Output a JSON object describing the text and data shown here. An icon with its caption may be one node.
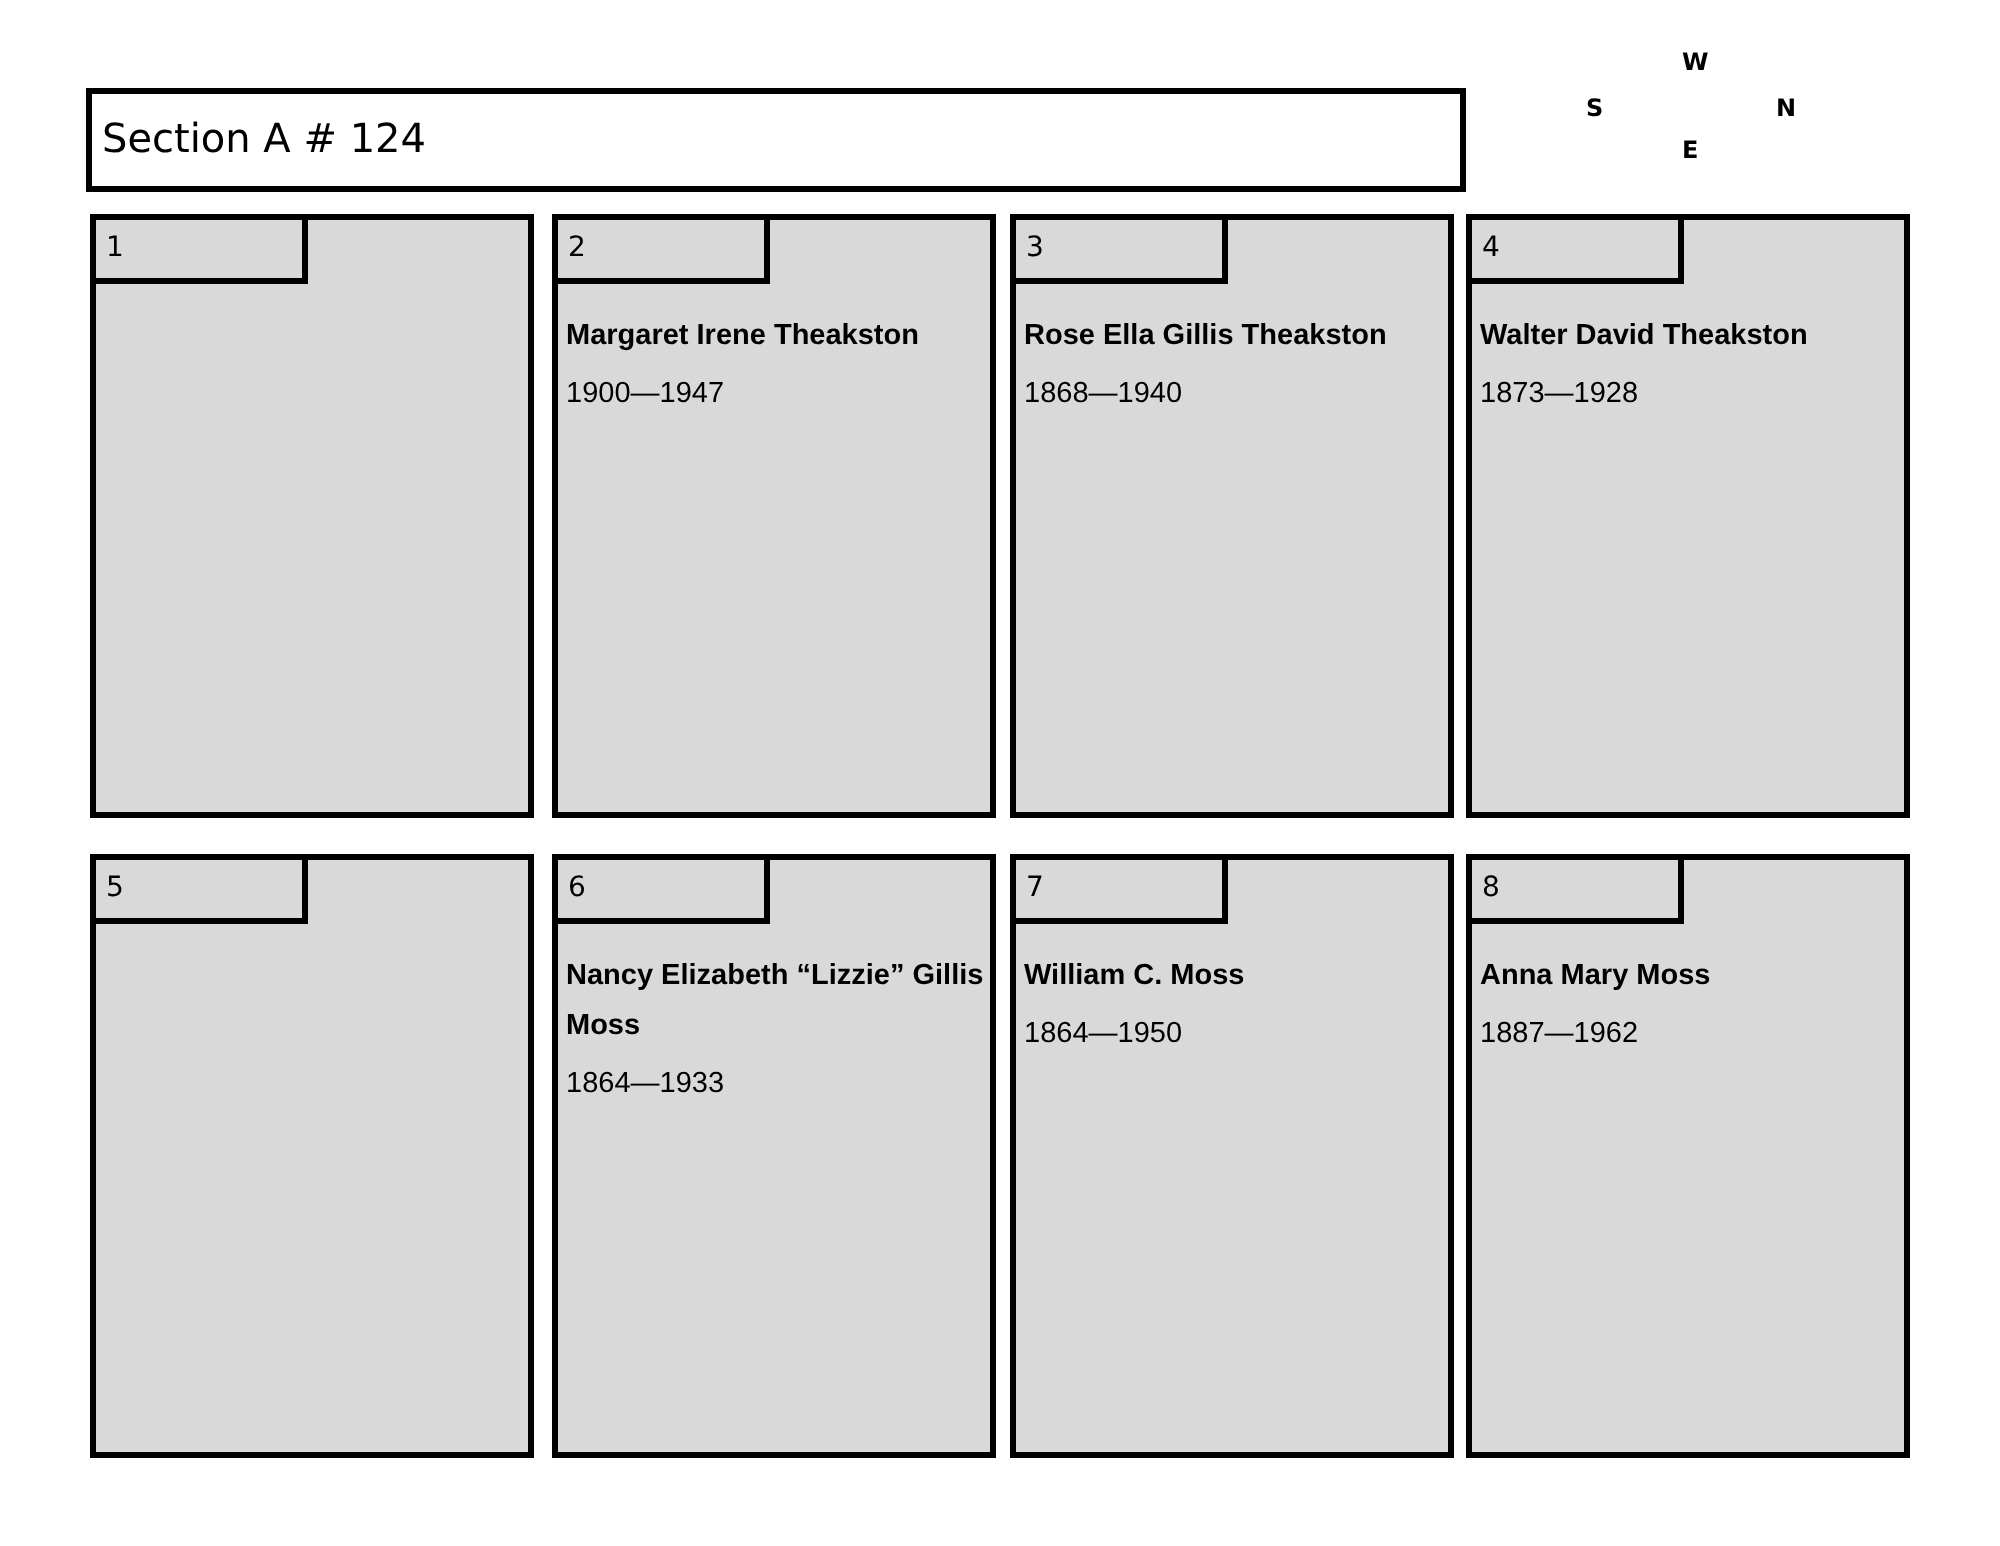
{
  "diagram": {
    "nodes": [
      {
        "text": [
          "Section A # 124"
        ]
      },
      {
        "text": [],
        "shape": "box"
      },
      {
        "text": [
          "1"
        ],
        "in": 1
      },
      {
        "text": [
          "Margaret Irene Theakston",
          "1900—1947"
        ]
      },
      {
        "text": [
          "2"
        ],
        "in": 3
      },
      {
        "text": [
          "Rose Ella Gillis Theakston",
          "1868—1940"
        ]
      },
      {
        "text": [
          "3"
        ],
        "in": 5
      },
      {
        "text": [
          "Walter David Theakston",
          "1873—1928"
        ]
      },
      {
        "text": [
          "4"
        ],
        "in": 7
      },
      {
        "text": [],
        "shape": "box"
      },
      {
        "text": [
          "5"
        ],
        "in": 9
      },
      {
        "text": [
          "Nancy Elizabeth “Lizzie” Gillis Moss",
          "1864—1933"
        ]
      },
      {
        "text": [
          "6"
        ],
        "in": 11
      },
      {
        "text": [
          "William C. Moss",
          "1864—1950"
        ]
      },
      {
        "text": [
          "7"
        ],
        "in": 13
      },
      {
        "text": [
          "Anna Mary Moss",
          "1887—1962"
        ]
      },
      {
        "text": [
          "8"
        ],
        "in": 15
      }
    ],
    "edges": [],
    "labels": [
      "W",
      "S",
      "N",
      "E"
    ]
  }
}
